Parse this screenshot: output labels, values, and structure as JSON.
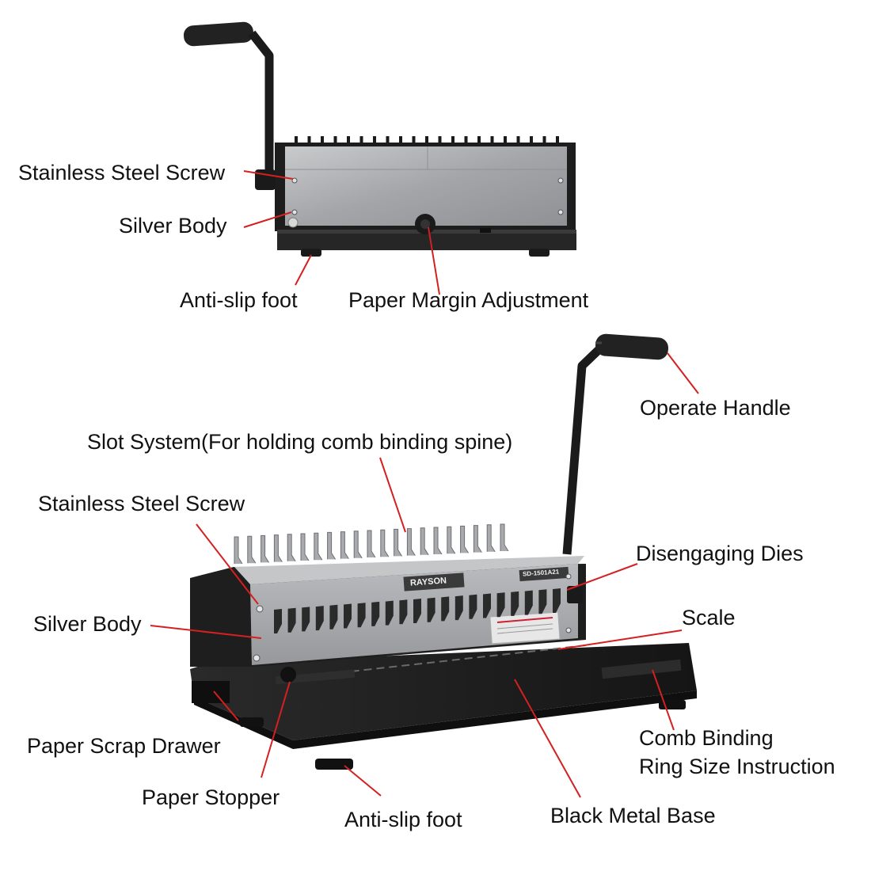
{
  "colors": {
    "leader": "#d42020",
    "machine_black": "#1c1c1c",
    "body_silver": "#a7a9ab",
    "background": "#ffffff"
  },
  "top_view": {
    "labels": {
      "stainless_steel_screw": "Stainless Steel Screw",
      "silver_body": "Silver Body",
      "anti_slip_foot": "Anti-slip foot",
      "paper_margin_adjustment": "Paper Margin Adjustment"
    }
  },
  "bottom_view": {
    "brand": "RAYSON",
    "model": "SD-1501A21",
    "labels": {
      "operate_handle": "Operate Handle",
      "slot_system": "Slot System(For holding comb binding spine)",
      "stainless_steel_screw": "Stainless Steel Screw",
      "disengaging_dies": "Disengaging Dies",
      "silver_body": "Silver Body",
      "scale": "Scale",
      "paper_scrap_drawer": "Paper Scrap Drawer",
      "comb_binding_line1": "Comb Binding",
      "comb_binding_line2": "Ring Size Instruction",
      "paper_stopper": "Paper Stopper",
      "anti_slip_foot": "Anti-slip foot",
      "black_metal_base": "Black Metal Base"
    }
  }
}
